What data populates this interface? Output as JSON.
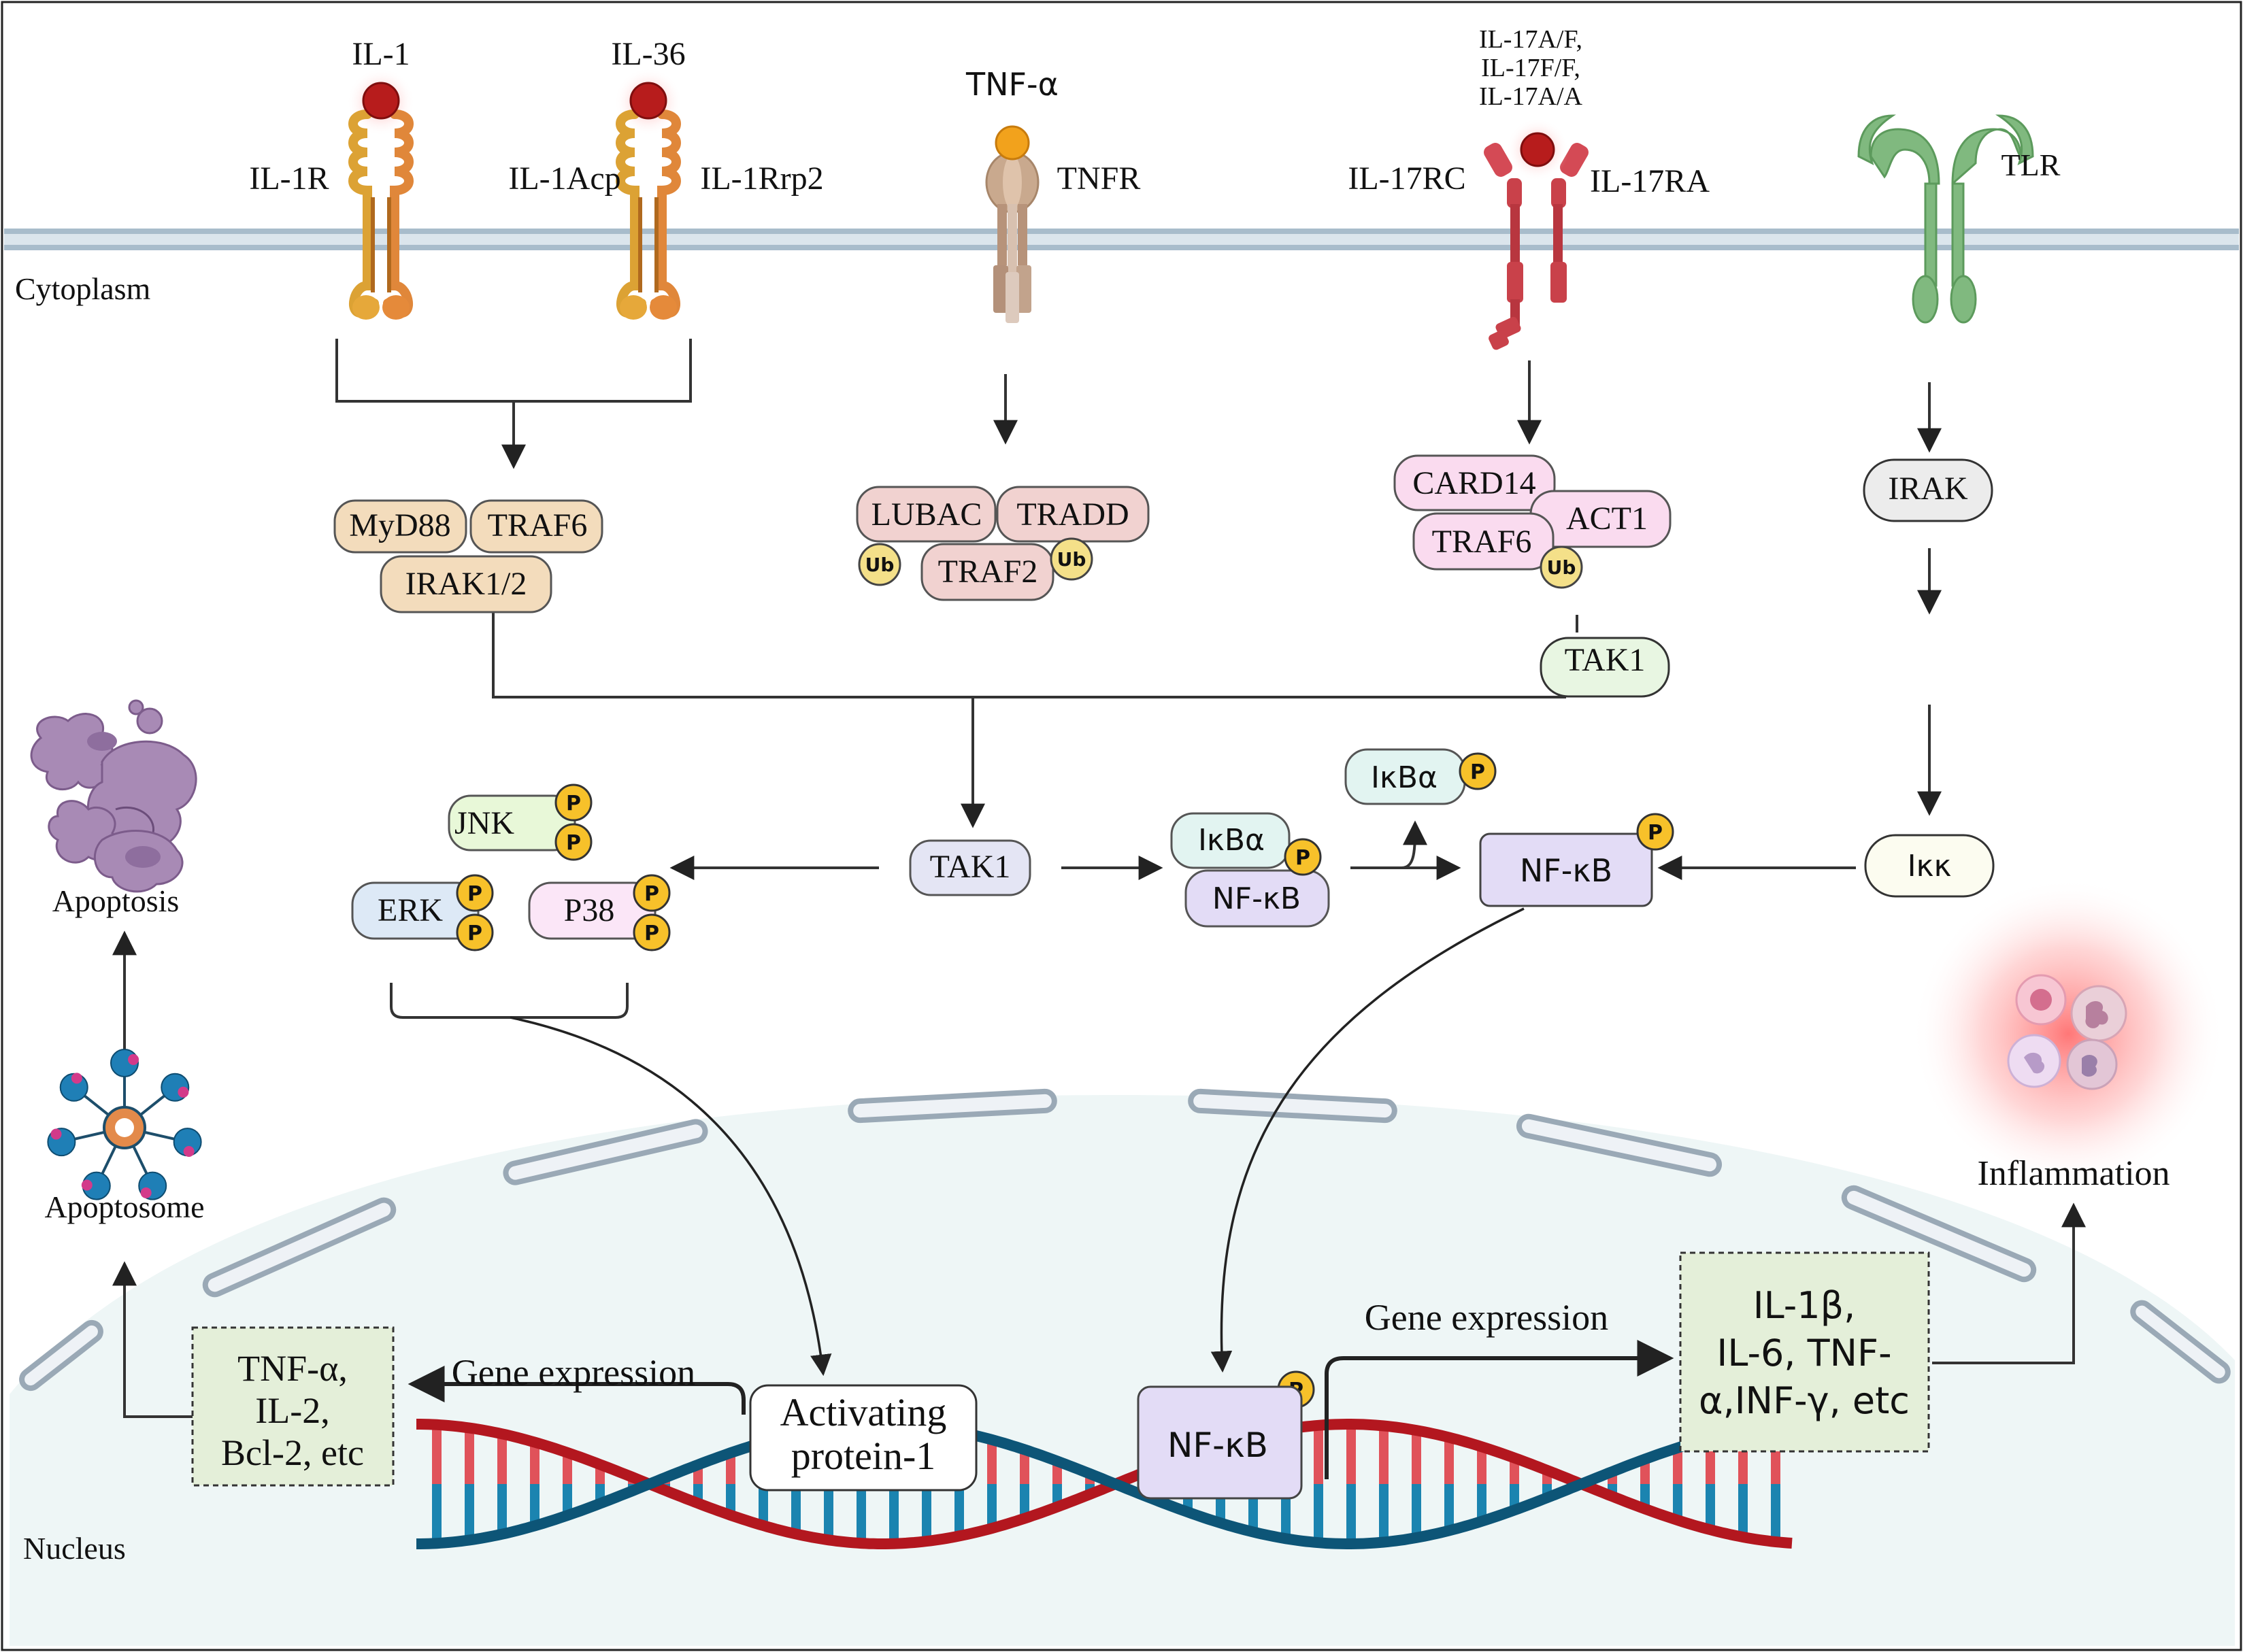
{
  "regions": {
    "cytoplasm": "Cytoplasm",
    "nucleus": "Nucleus"
  },
  "ligands": {
    "il1": "IL-1",
    "il36": "IL-36",
    "tnfa": "TNF-α",
    "il17": [
      "IL-17A/F,",
      "IL-17F/F,",
      "IL-17A/A"
    ]
  },
  "receptors": {
    "il1r": "IL-1R",
    "il1acp": "IL-1Acp",
    "il1rrp2": "IL-1Rrp2",
    "tnfr": "TNFR",
    "il17rc": "IL-17RC",
    "il17ra": "IL-17RA",
    "tlr": "TLR"
  },
  "complexes": {
    "myd88": "MyD88",
    "traf6_a": "TRAF6",
    "irak12": "IRAK1/2",
    "lubac": "LUBAC",
    "tradd": "TRADD",
    "traf2": "TRAF2",
    "card14": "CARD14",
    "act1": "ACT1",
    "traf6_b": "TRAF6",
    "tak1_top": "TAK1",
    "irak": "IRAK"
  },
  "badges": {
    "ub": "Ub",
    "p": "P"
  },
  "pathway": {
    "tak1": "TAK1",
    "jnk": "JNK",
    "erk": "ERK",
    "p38": "P38",
    "ikba_free": "IκBα",
    "ikba": "IκBα",
    "nfkb_complex": "NF-κB",
    "nfkb_active": "NF-κB",
    "ikk": "Iκκ"
  },
  "outcomes": {
    "apoptosis": "Apoptosis",
    "apoptosome": "Apoptosome",
    "inflammation": "Inflammation"
  },
  "nucleus": {
    "ap1": [
      "Activating",
      "protein-1"
    ],
    "nfkb": "NF-κB",
    "gene_expression_left": "Gene expression",
    "gene_expression_right": "Gene expression",
    "products_left": [
      "TNF-α,",
      "IL-2,",
      "Bcl-2, etc"
    ],
    "products_right": [
      "IL-1β,",
      "IL-6, TNF-",
      "α,INF-γ, etc"
    ]
  },
  "colors": {
    "membrane": "#b8c8d4",
    "nucleus_fill": "#eef6f6",
    "il1_receptor": "#e0a63a",
    "tnfr": "#c9a98e",
    "il17_receptor": "#c9414a",
    "tlr": "#7fb77e",
    "myd88_fill": "#f3dcbc",
    "lubac_fill": "#f1d2d0",
    "card_fill": "#fadbef",
    "tak1_green": "#e8f6e2",
    "tak1_center": "#e4e5f4",
    "nfkb_fill": "#e3dcf6",
    "jnk_fill": "#e8f8d8",
    "erk_fill": "#dde9f6",
    "p38_fill": "#fbe6f7",
    "ikba_fill": "#e2f4f1",
    "phospho": "#f7c12a",
    "ub": "#f4e089",
    "gene_box": "#e4efd9",
    "dna_red": "#b3171f",
    "dna_blue": "#0d5577"
  }
}
